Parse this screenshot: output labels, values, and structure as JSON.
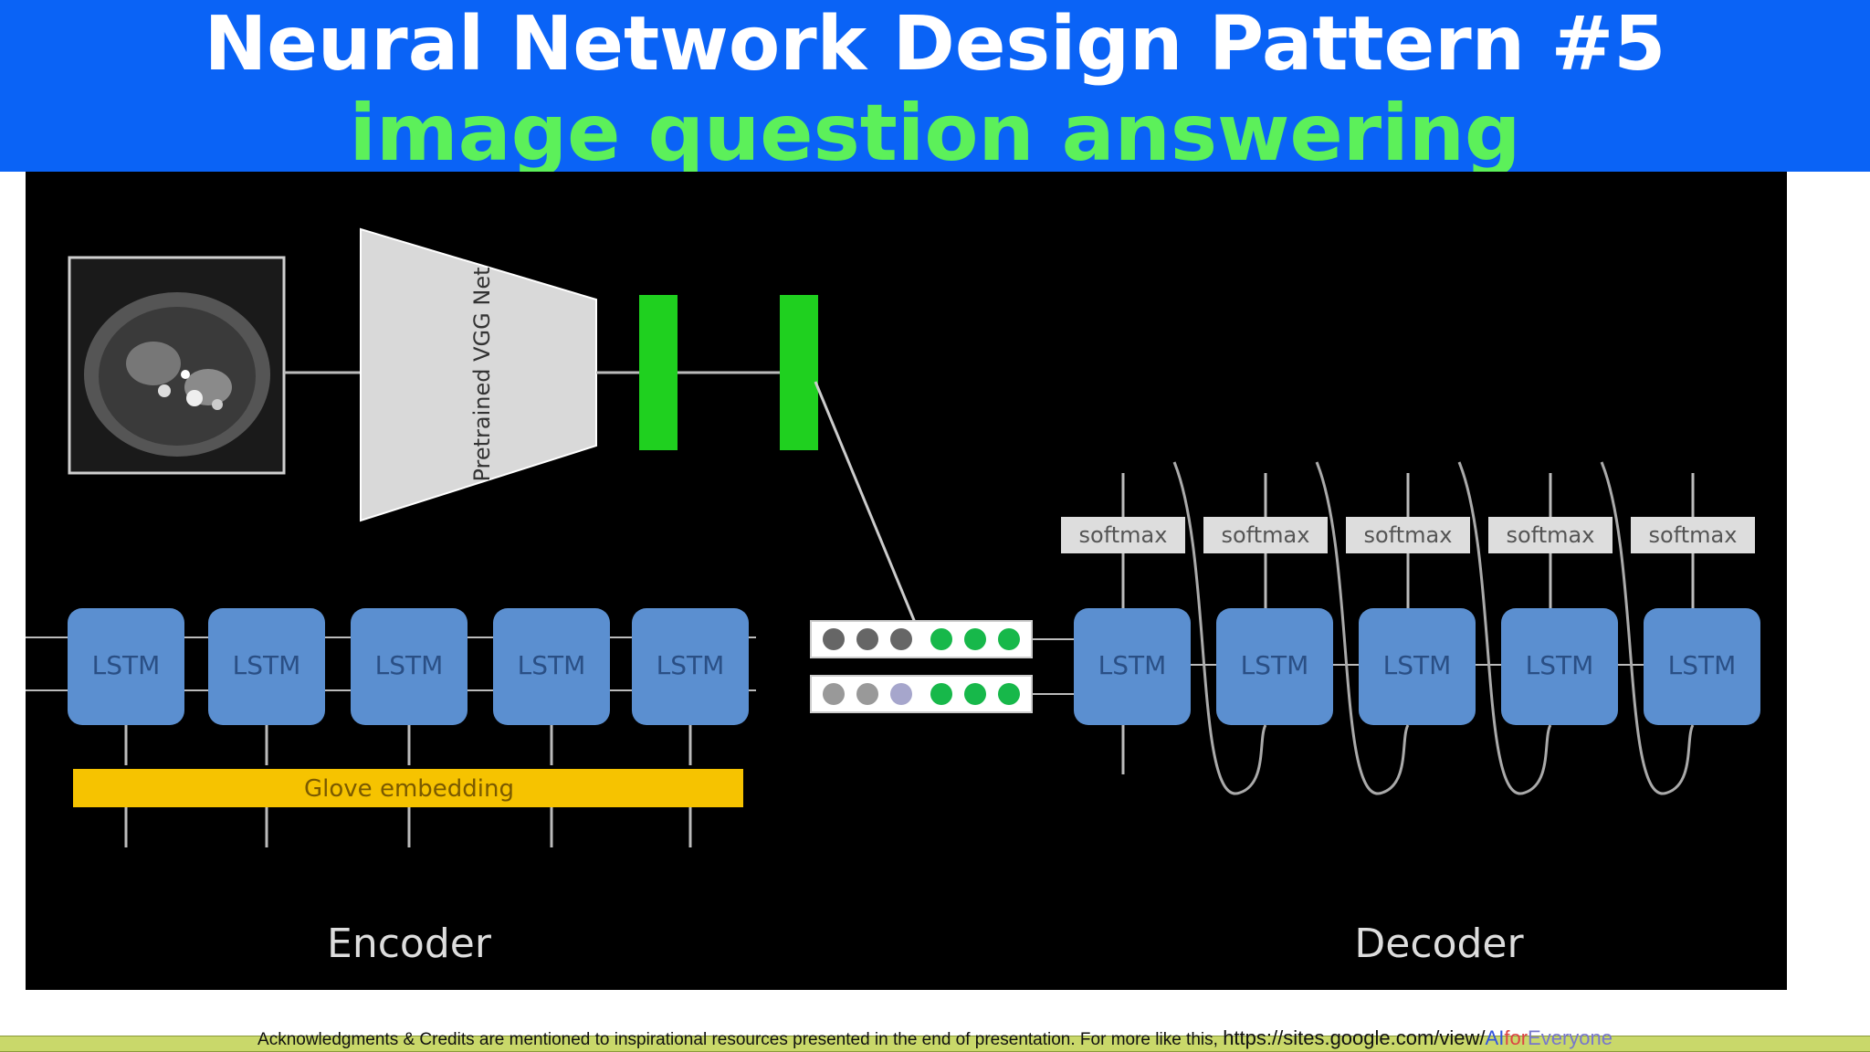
{
  "header": {
    "title": "Neural Network Design Pattern #5",
    "subtitle": "image question answering"
  },
  "diagram": {
    "cnn_label": "Pretrained VGG Net",
    "encoder_cells": [
      "LSTM",
      "LSTM",
      "LSTM",
      "LSTM",
      "LSTM"
    ],
    "decoder_cells": [
      "LSTM",
      "LSTM",
      "LSTM",
      "LSTM",
      "LSTM"
    ],
    "softmax_labels": [
      "softmax",
      "softmax",
      "softmax",
      "softmax",
      "softmax"
    ],
    "embedding_label": "Glove embedding",
    "encoder_label": "Encoder",
    "decoder_label": "Decoder"
  },
  "footer": {
    "text": "Acknowledgments & Credits are mentioned to inspirational resources presented in the end of presentation.  For more like this, ",
    "url_prefix": "https://sites.google.com/view/",
    "ai": "AI",
    "for": "for",
    "everyone": "Everyone"
  },
  "colors": {
    "header_bg": "#0a63f6",
    "subtitle": "#5cf05a",
    "lstm": "#5b8fd0",
    "fc": "#1fd01f",
    "embedding": "#f6c300",
    "panel_bg": "#000000"
  }
}
